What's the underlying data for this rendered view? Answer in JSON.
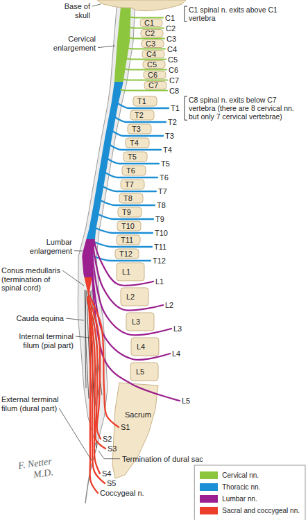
{
  "diagram": {
    "labels": [
      "Base of skull",
      "C1 spinal n. exits above C1 vertebra",
      "Cervical enlargement",
      "C8 spinal n. exits below C7 vertebra (there are 8 cervical nn. but only 7 cervical vertebrae)",
      "C1",
      "C2",
      "C3",
      "C4",
      "C5",
      "C6",
      "C7",
      "C1",
      "C2",
      "C3",
      "C4",
      "C5",
      "C6",
      "C7",
      "C8",
      "T1",
      "T2",
      "T3",
      "T4",
      "T5",
      "T6",
      "T7",
      "T8",
      "T9",
      "T10",
      "T11",
      "T12",
      "T1",
      "T2",
      "T3",
      "T4",
      "T5",
      "T6",
      "T7",
      "T8",
      "T9",
      "T10",
      "T11",
      "T12",
      "L1",
      "L2",
      "L3",
      "L4",
      "L5",
      "L1",
      "L2",
      "L3",
      "L4",
      "L5",
      "Lumbar enlargement",
      "Conus medullaris (termination of spinal cord)",
      "Cauda equina",
      "Internal terminal filum (pial part)",
      "Sacrum",
      "S1",
      "External terminal filum (dural part)",
      "S2",
      "S3",
      "Termination of dural sac",
      "S4",
      "S5",
      "Coccygeal n.",
      "F. Netter M.D."
    ],
    "legend": [
      {
        "text": "Cervical nn.",
        "color": "#8cc63f"
      },
      {
        "text": "Thoracic nn.",
        "color": "#1b8ed4"
      },
      {
        "text": "Lumbar nn.",
        "color": "#9b1f8e"
      },
      {
        "text": "Sacral and coccygeal nn.",
        "color": "#ec3e2a"
      }
    ]
  }
}
